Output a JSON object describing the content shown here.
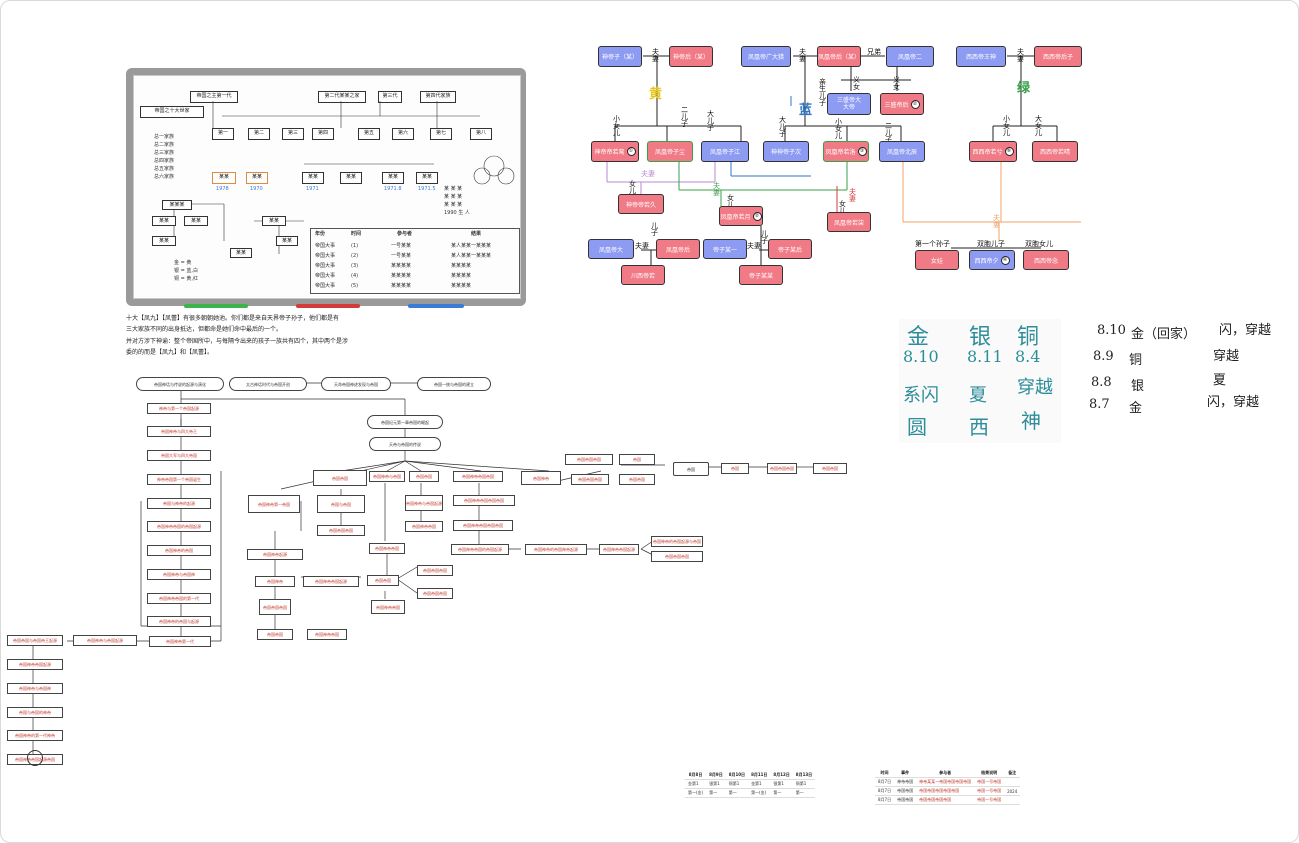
{
  "whiteboard": {
    "title": "帝国之十大世家",
    "legend": [
      "总一家族",
      "总二家族",
      "总三家族",
      "总四家族",
      "总五家族",
      "总六家族"
    ],
    "top_boxes": [
      "帝国之主第一代",
      "第二代某某之家",
      "第三代",
      "第四代家族"
    ],
    "row2": [
      "第一",
      "第二",
      "第三",
      "第四",
      "第五",
      "第六",
      "第七",
      "第八"
    ],
    "years": [
      "1978",
      "1970",
      "1971",
      "1971.8",
      "1971.5"
    ],
    "notes": [
      "某 某  某",
      "某 某 某",
      "某 某  某",
      "1990 生 人"
    ],
    "table_header": [
      "年份",
      "时间",
      "参与者",
      "结果"
    ],
    "table_rows": [
      [
        "帝国大事",
        "(1)",
        "一号某某",
        "某人某某一某某某"
      ],
      [
        "帝国大事",
        "(2)",
        "一号某某",
        "某人某某一某某某"
      ],
      [
        "帝国大事",
        "(3)",
        "某某某某",
        "某某某某"
      ],
      [
        "帝国大事",
        "(4)",
        "某某某某",
        "某某某某"
      ],
      [
        "帝国大事",
        "(5)",
        "某某某某",
        "某某某某"
      ]
    ],
    "bottom_left": [
      "金 = 黄",
      "银 = 蓝,白",
      "铜 = 黄,红"
    ]
  },
  "paragraph": {
    "lines": [
      "十大【凤九】【凤蕾】有很多朝朝她池。你们都是来自天界帝子孙子，他们都是有",
      "三大家族不同的出身抵达，但都命是她们命中最后的一个。",
      "并对方涉下神谕：整个帝国所中，与每隔今出来的孩子一族共有四个，其中两个是涉",
      "委的的而是【凤九】和【凤蕾】。"
    ]
  },
  "family": {
    "top": [
      {
        "id": "a",
        "label": "神帝子（某）",
        "color": "blue"
      },
      {
        "id": "b",
        "label": "神帝后（某）",
        "color": "red"
      },
      {
        "id": "c",
        "label": "凤凰帝广大猎",
        "color": "blue"
      },
      {
        "id": "d",
        "label": "凤凰帝后（某）",
        "color": "red"
      },
      {
        "id": "e",
        "label": "凤凰帝二",
        "color": "blue"
      },
      {
        "id": "f",
        "label": "西西帝王神",
        "color": "blue"
      },
      {
        "id": "g",
        "label": "西西帝后子",
        "color": "red"
      }
    ],
    "mid": [
      {
        "label": "三盛帝大",
        "sub": "大帝",
        "color": "blue"
      },
      {
        "label": "三盛帝后",
        "color": "red",
        "num": "②"
      }
    ],
    "row3": [
      {
        "label": "神帝帝若鸾",
        "color": "red",
        "num": "①"
      },
      {
        "label": "凤凰帝子尘",
        "color": "grn"
      },
      {
        "label": "凤凰帝子江",
        "color": "blue"
      },
      {
        "label": "神神帝子次",
        "color": "blue"
      },
      {
        "label": "凤凰帝若洛",
        "color": "red",
        "num": "③"
      },
      {
        "label": "凤凰帝北辰",
        "color": "blue"
      },
      {
        "label": "西西帝若兮",
        "color": "red",
        "num": "⑥"
      },
      {
        "label": "西西帝若晴",
        "color": "red"
      }
    ],
    "row4": [
      {
        "label": "神帝帝若久",
        "color": "red"
      },
      {
        "label": "凤凰帝若月",
        "color": "red",
        "num": "②"
      },
      {
        "label": "凤凰帝若柒",
        "color": "red"
      }
    ],
    "row5": [
      {
        "label": "凤凰帝大",
        "color": "blue"
      },
      {
        "label": "凤凰帝后",
        "color": "red"
      },
      {
        "label": "帝子某一",
        "color": "blue"
      },
      {
        "label": "帝子某后",
        "color": "red"
      },
      {
        "label": "女娃",
        "color": "red"
      },
      {
        "label": "西西帝夕",
        "color": "blue",
        "num": "④"
      },
      {
        "label": "西西帝念",
        "color": "red"
      }
    ],
    "row6": [
      {
        "label": "川西帝若",
        "color": "red"
      },
      {
        "label": "帝子某某",
        "color": "red"
      }
    ],
    "rel_labels": {
      "couple": "夫妻",
      "couple_v": "夫\n妻",
      "small_daughter": "小\n女\n儿",
      "second_son": "二\n儿\n子",
      "big_son": "大\n儿\n子",
      "big_daughter": "大\n女\n儿",
      "daughter": "女\n儿",
      "son": "儿\n子",
      "kid": "亲\n生\n儿\n子",
      "gf": "义\n女",
      "third_grandson": "第一个孙子",
      "twin_son": "双胞儿子",
      "twin_daughter": "双胞女儿"
    },
    "marks": {
      "yellow": "黄",
      "blue": "蓝",
      "green": "绿"
    },
    "colors": {
      "blue": "#8d9cf2",
      "red": "#f07a85",
      "yellow": "#e8c51f",
      "bluemark": "#2f78c4",
      "green": "#3aa04a",
      "purple": "#b48ad6",
      "orange": "#f2a36b"
    }
  },
  "hand_notes": {
    "col_chars": [
      "金",
      "银",
      "铜"
    ],
    "col_dates": [
      "8.10",
      "8.11",
      "8.4"
    ],
    "row3": [
      "系闪",
      "夏",
      "穿越"
    ],
    "row4": [
      "圆",
      "西",
      "神"
    ],
    "list": [
      {
        "date": "8.10",
        "tag": "金（回家）",
        "note": "闪，穿越"
      },
      {
        "date": "8.9",
        "tag": "铜",
        "note": "穿越"
      },
      {
        "date": "8.8",
        "tag": "银",
        "note": "夏"
      },
      {
        "date": "8.7",
        "tag": "金",
        "note": "闪，穿越"
      }
    ]
  },
  "flow": {
    "top_row": [
      "帝国神话与传说的起源与演化",
      "太古神话时代与帝国开创",
      "天命帝国神迹发现与帝国",
      "帝国一统与帝国的建立"
    ],
    "center": [
      "帝国纪元第一章帝国的崛起",
      "天帝与帝国的传说"
    ],
    "left_col": [
      "神帝与第一个帝国起源",
      "帝国神帝与四大帝王",
      "帝国大军与四大帝国",
      "神帝帝国第一个帝国诞生"
    ],
    "left_col2": [
      "帝国与神帝的起源",
      "帝国神帝帝国的帝国起源",
      "帝国神帝的帝国",
      "帝国神帝与帝国神",
      "帝国神帝帝国的第一代",
      "帝国神帝的帝国与起源"
    ],
    "bottom_left": [
      "帝国帝国与帝国帝王起源",
      "帝国神帝与帝国起源",
      "帝国神帝帝国起源",
      "帝国神帝与帝国神",
      "帝国与帝国的神帝",
      "帝国神帝的第一代神帝",
      "帝国神帝帝国起源帝国"
    ],
    "branch1": [
      "帝国神帝第一帝国",
      "帝国与帝国",
      "帝国帝国",
      "帝国帝国帝国",
      "帝国神帝起源"
    ],
    "branch2": [
      "帝国神帝与帝国",
      "帝国帝国",
      "帝国神帝与帝国起源"
    ],
    "right": [
      "帝国神帝",
      "帝国帝国帝国",
      "帝国",
      "帝国帝国",
      "帝国帝国帝国"
    ],
    "right2": [
      "帝国神帝帝国的帝国起源",
      "帝国神帝的帝国神帝起源",
      "帝国神帝帝国起源",
      "帝国神帝的帝国起源与帝国"
    ]
  },
  "table1": {
    "header": [
      "8月8日",
      "8月9日",
      "8月10日",
      "8月11日",
      "8月12日",
      "8月13日"
    ],
    "rows": [
      [
        "金第1",
        "银第1",
        "铜第1",
        "金第1",
        "银第1",
        "铜第1"
      ],
      [
        "第一(金)",
        "第一",
        "第一",
        "第一(金)",
        "第一",
        "第一"
      ]
    ]
  },
  "table2": {
    "header": [
      "时间",
      "事件",
      "参与者",
      "结果说明",
      "备注"
    ],
    "rows": [
      [
        "8月7日",
        "神帝帝国",
        "神帝某某一帝国帝国帝国帝国",
        "帝国一号帝国",
        ""
      ],
      [
        "8月7日",
        "帝国帝国",
        "帝国帝国帝国帝国帝国",
        "帝国一号帝国",
        "2024"
      ],
      [
        "8月7日",
        "帝国帝国",
        "帝国帝国帝国帝国",
        "帝国一号帝国",
        ""
      ]
    ]
  }
}
